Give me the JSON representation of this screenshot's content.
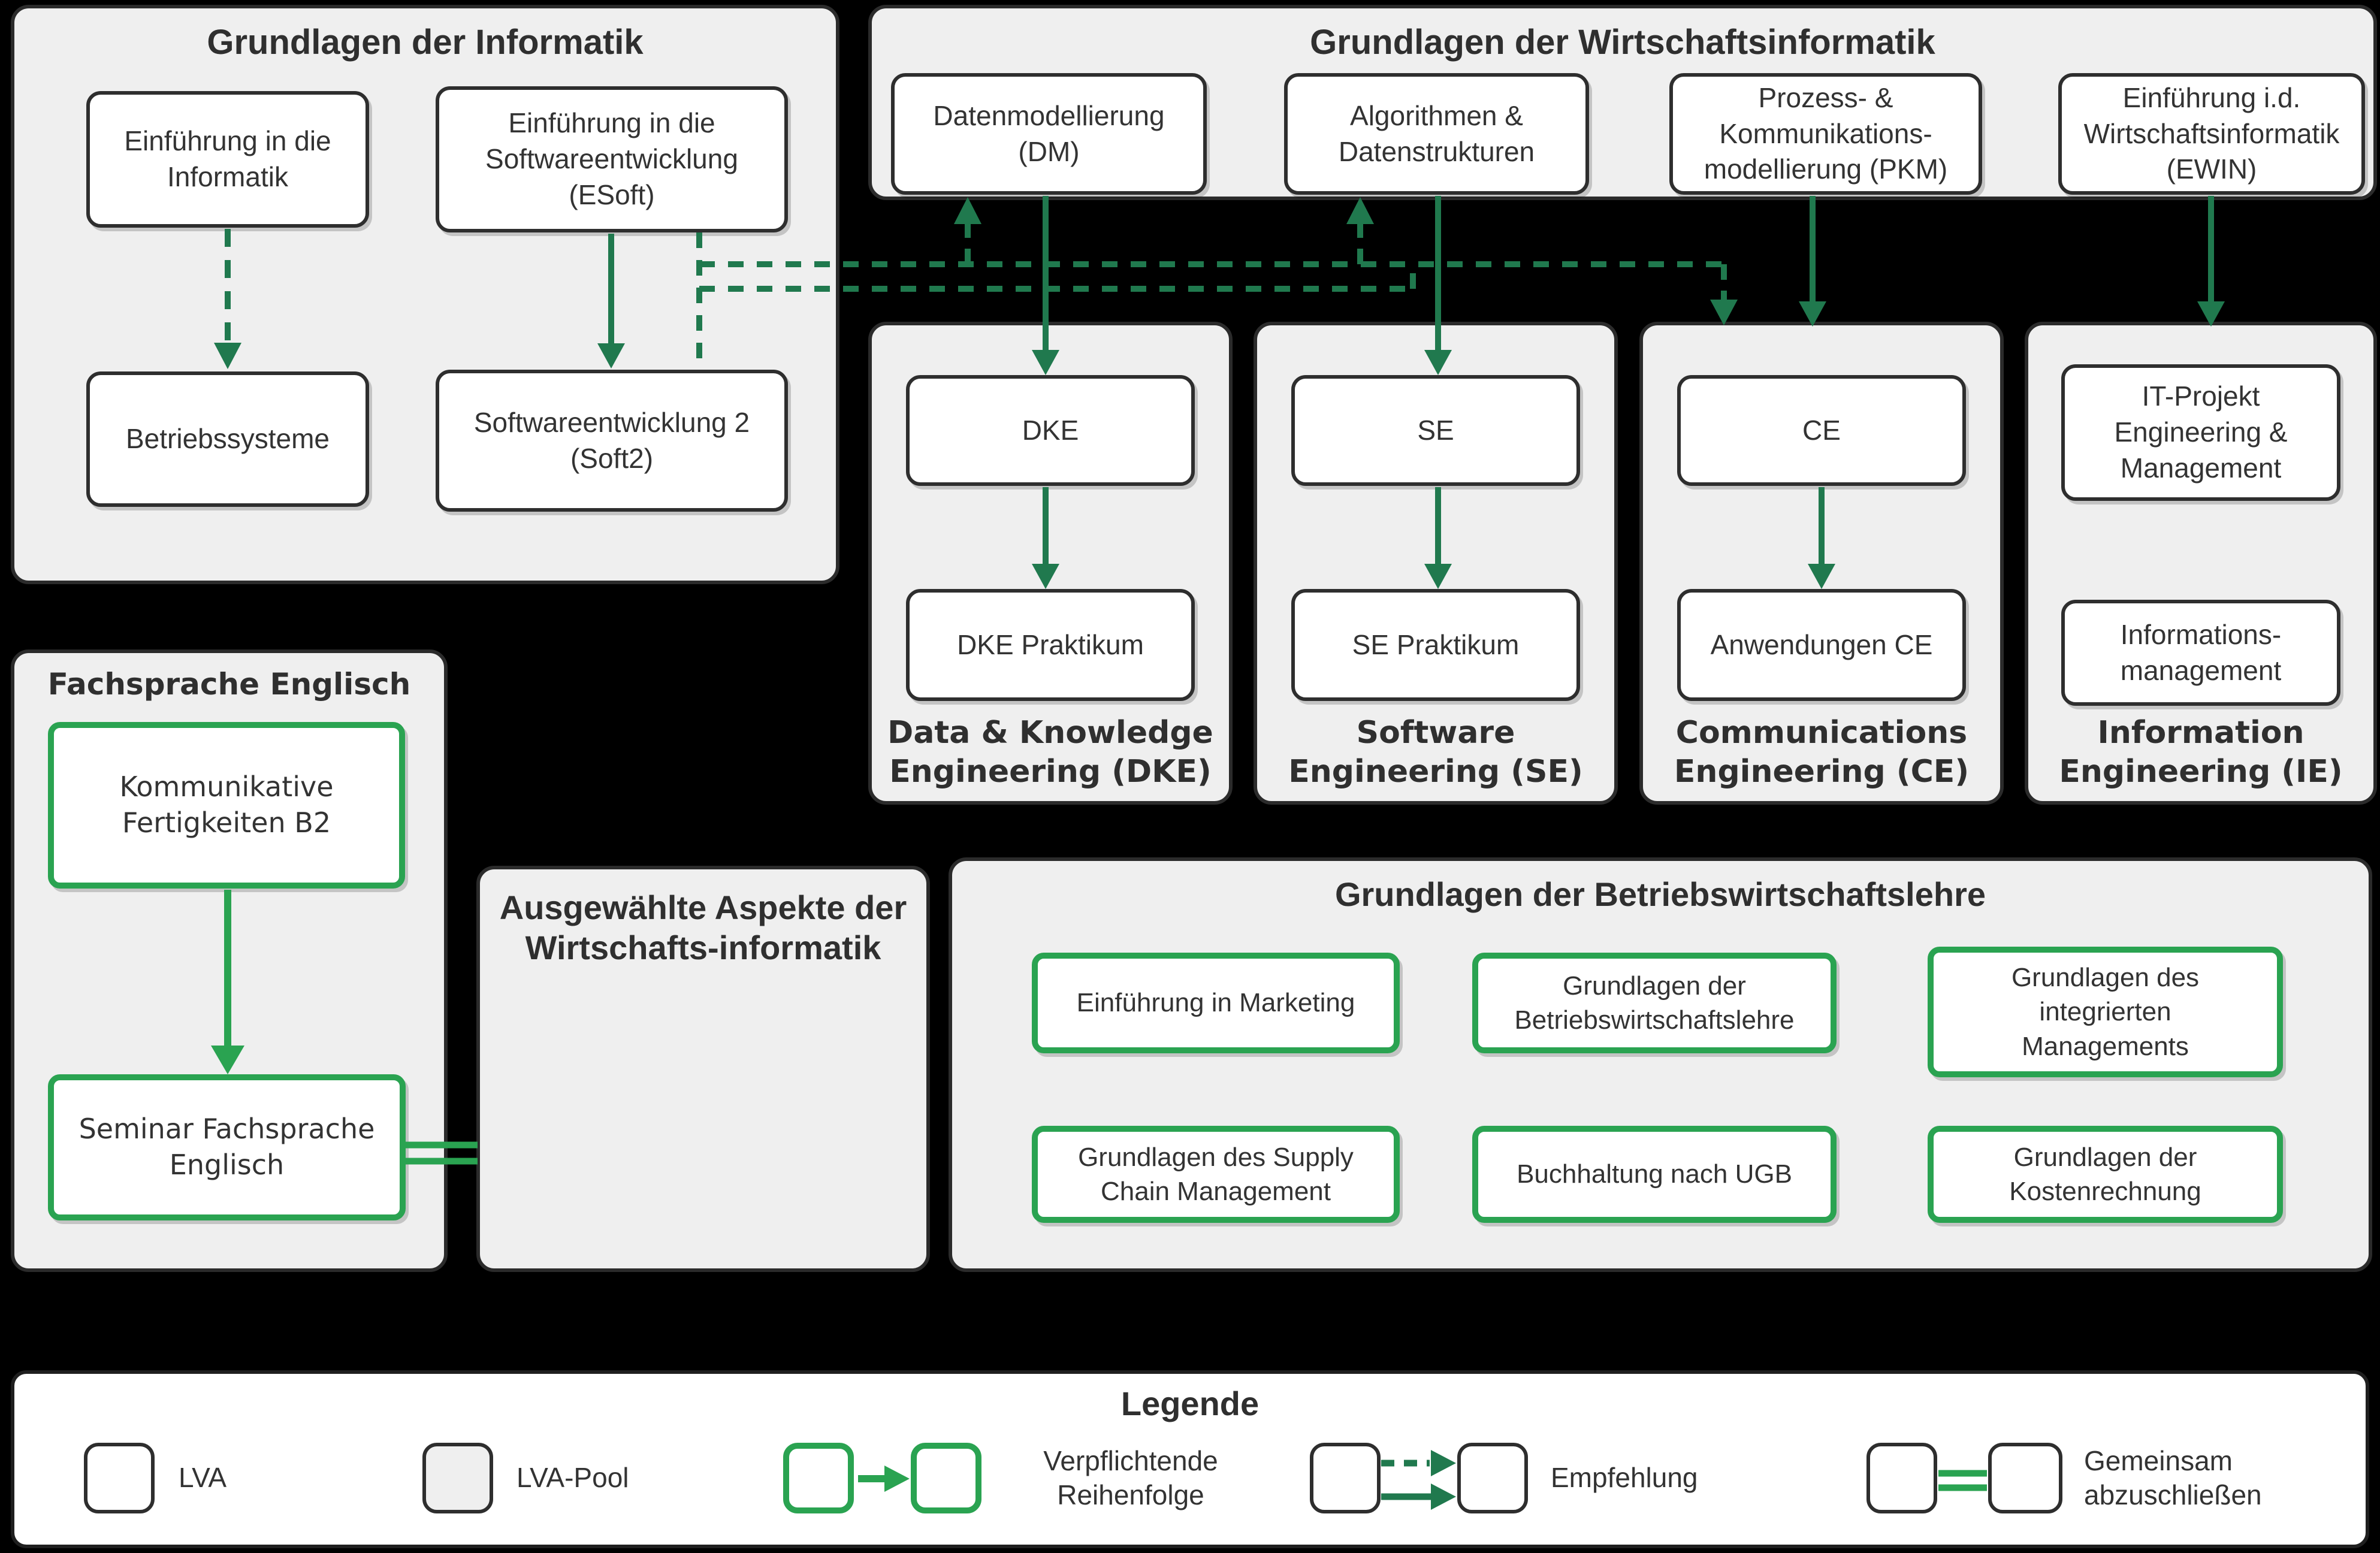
{
  "colors": {
    "background": "#000000",
    "pool_background": "#efefef",
    "node_border": "#2e2e2e",
    "text": "#333333",
    "dark_green": "#20794e",
    "bright_green": "#2aa351"
  },
  "pools": {
    "informatik": {
      "title": "Grundlagen der Informatik",
      "nodes": {
        "einf_inf": "Einführung in die Informatik",
        "esoft": "Einführung in die Softwareentwicklung (ESoft)",
        "betriebssysteme": "Betriebssysteme",
        "soft2": "Softwareentwicklung 2 (Soft2)"
      }
    },
    "wirtschaftsinformatik": {
      "title": "Grundlagen der Wirtschaftsinformatik",
      "nodes": {
        "dm": "Datenmodellierung (DM)",
        "algodat": "Algorithmen & Datenstrukturen",
        "pkm": "Prozess- & Kommunikations-modellierung (PKM)",
        "ewin": "Einführung i.d. Wirtschaftsinformatik (EWIN)"
      }
    },
    "dke": {
      "title": "Data & Knowledge Engineering (DKE)",
      "nodes": {
        "dke": "DKE",
        "dke_praktikum": "DKE Praktikum"
      }
    },
    "se": {
      "title": "Software Engineering (SE)",
      "nodes": {
        "se": "SE",
        "se_praktikum": "SE Praktikum"
      }
    },
    "ce": {
      "title": "Communications Engineering (CE)",
      "nodes": {
        "ce": "CE",
        "anwendungen_ce": "Anwendungen CE"
      }
    },
    "ie": {
      "title": "Information Engineering (IE)",
      "nodes": {
        "it_projekt": "IT-Projekt Engineering & Management",
        "informationsmanagement": "Informations-management"
      }
    },
    "englisch": {
      "title": "Fachsprache Englisch",
      "nodes": {
        "kommunikative": "Kommunikative Fertigkeiten B2",
        "seminar": "Seminar Fachsprache Englisch"
      }
    },
    "aspekte": {
      "title": "Ausgewählte Aspekte der Wirtschafts-informatik"
    },
    "bwl": {
      "title": "Grundlagen der Betriebswirtschaftslehre",
      "nodes": {
        "marketing": "Einführung in Marketing",
        "bwl_grundlagen": "Grundlagen der Betriebswirtschaftslehre",
        "integriertes_management": "Grundlagen des integrierten Managements",
        "scm": "Grundlagen des Supply Chain Management",
        "buchhaltung": "Buchhaltung nach UGB",
        "kostenrechnung": "Grundlagen der Kostenrechnung"
      }
    }
  },
  "legend": {
    "title": "Legende",
    "items": {
      "lva": "LVA",
      "lva_pool": "LVA-Pool",
      "reihenfolge": "Verpflichtende Reihenfolge",
      "empfehlung": "Empfehlung",
      "gemeinsam": "Gemeinsam abzuschließen"
    }
  }
}
